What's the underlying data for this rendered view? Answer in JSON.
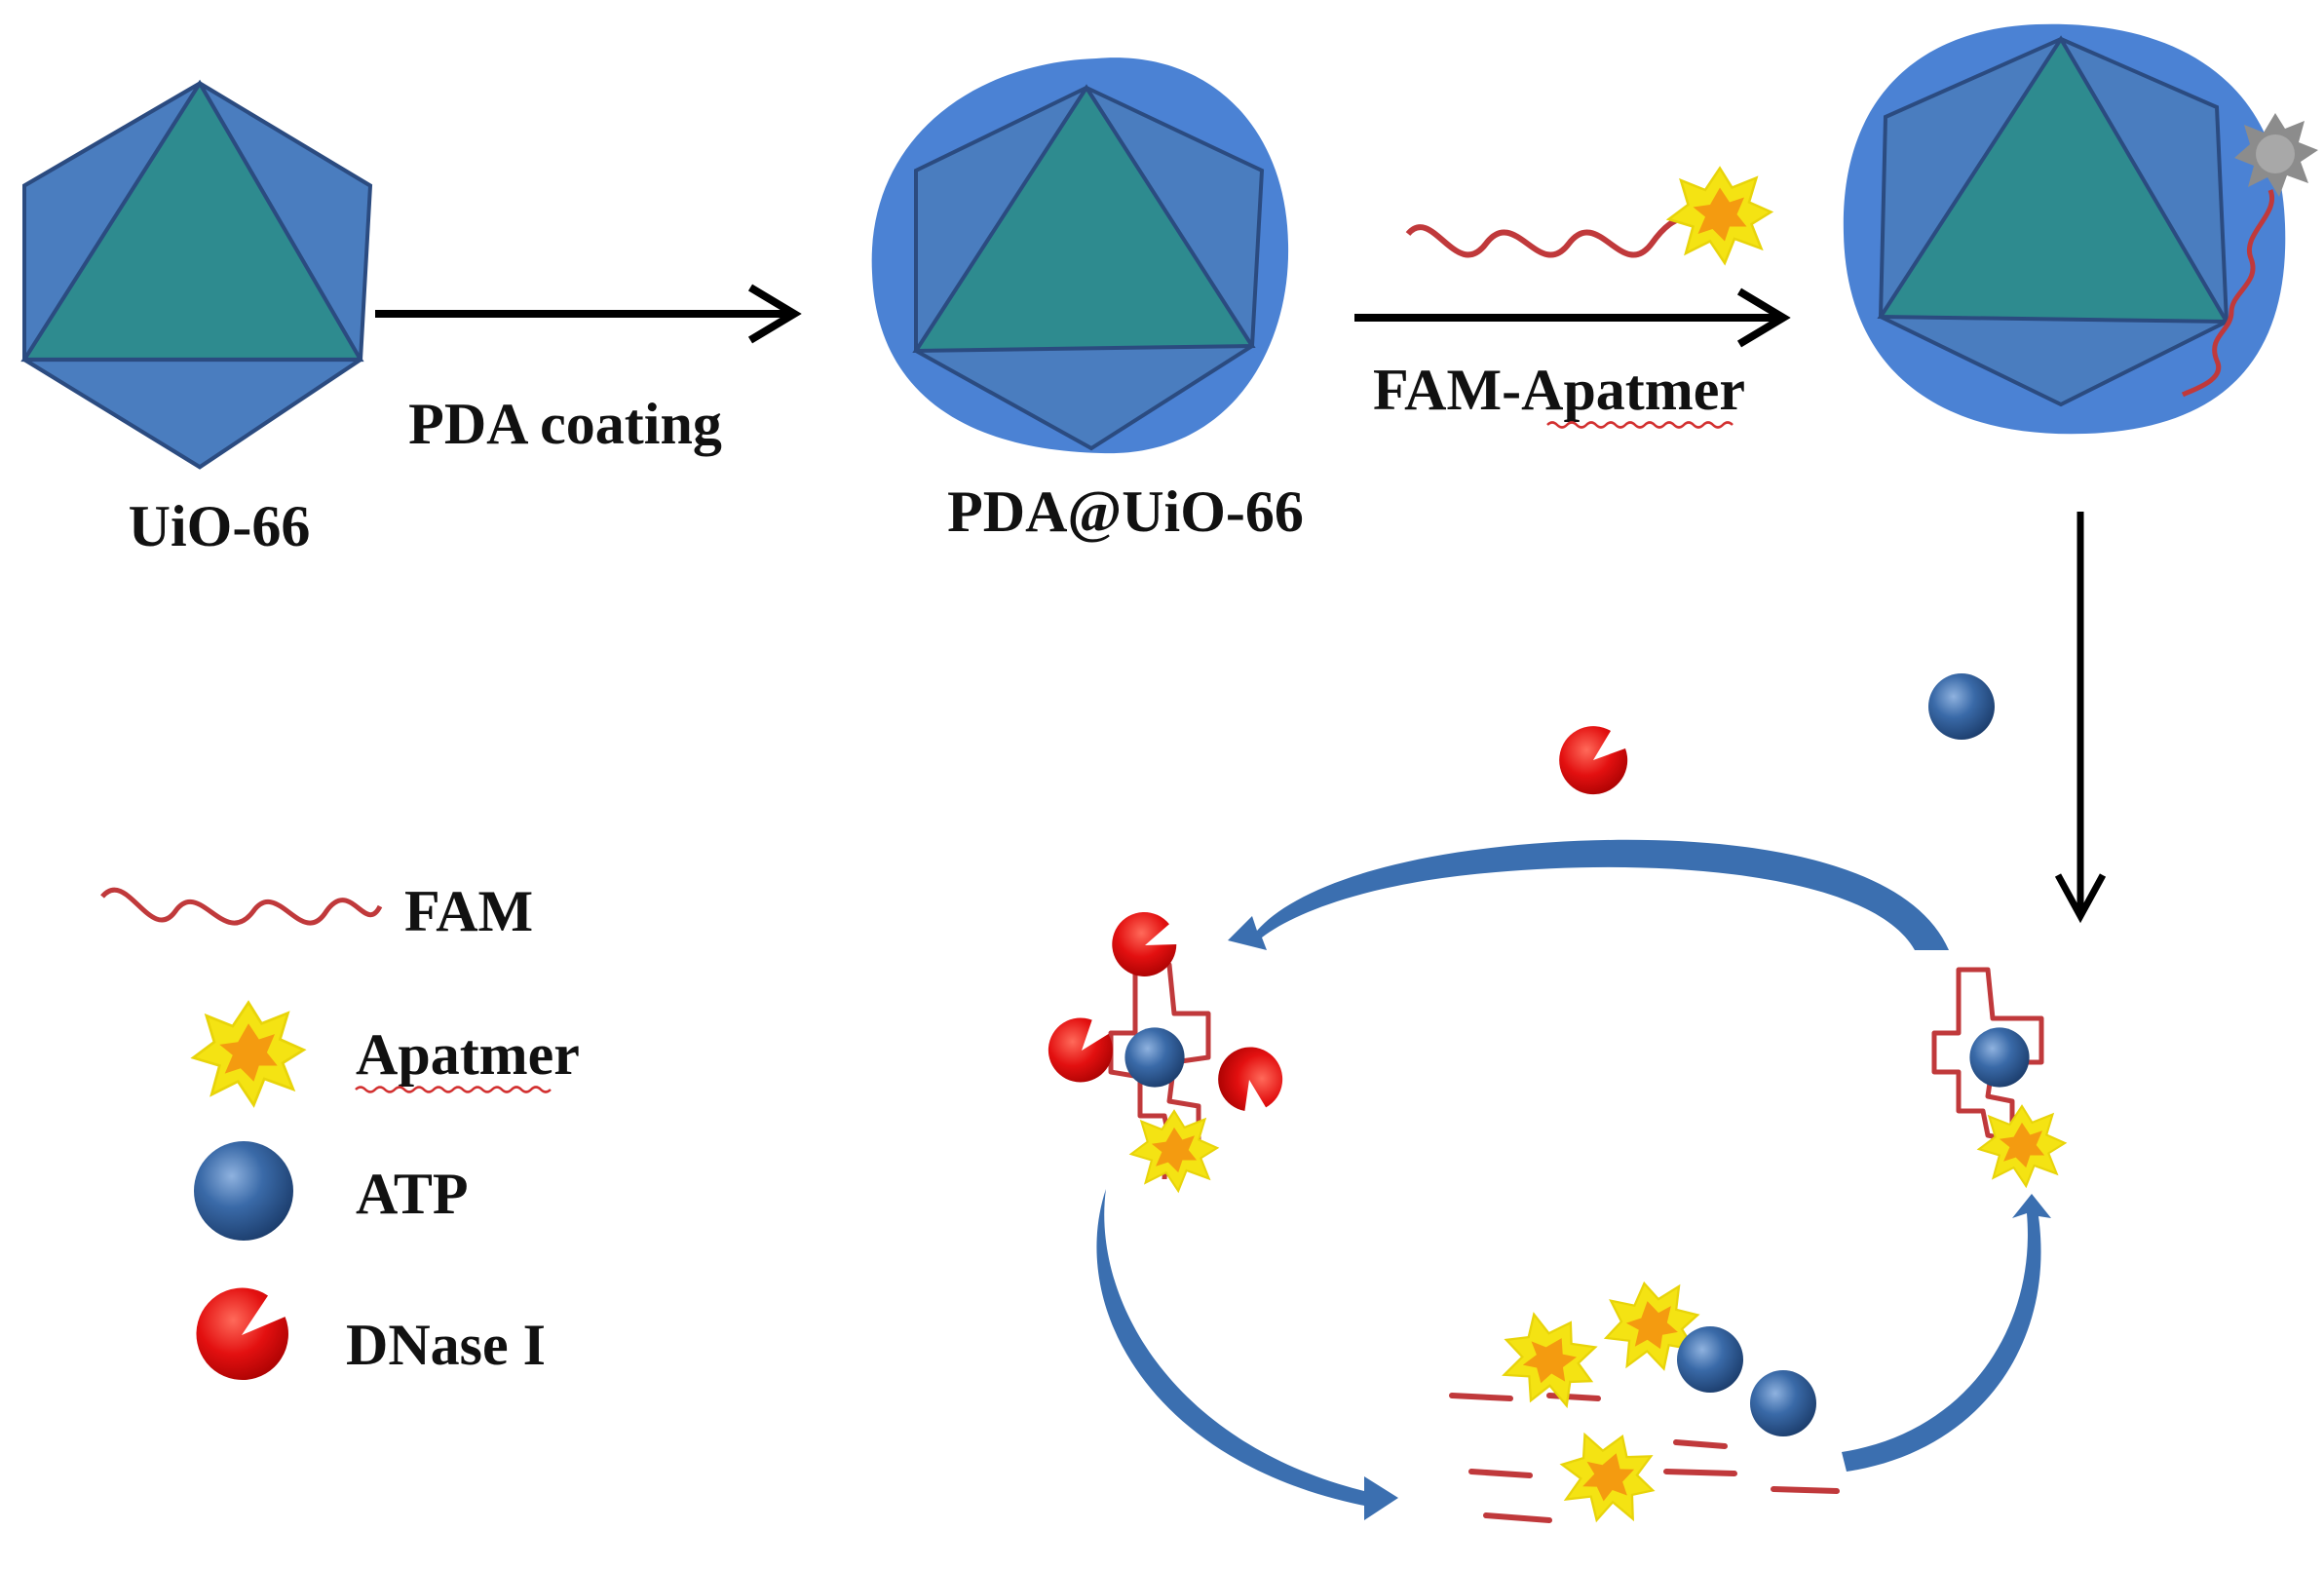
{
  "steps": {
    "uio66_label": "UiO-66",
    "pda_coating_label": "PDA coating",
    "pda_uio66_label": "PDA@UiO-66",
    "fam_apatmer_label": "FAM-Apatmer"
  },
  "legend": {
    "fam_label": "FAM",
    "apatmer_label": "Apatmer",
    "atp_label": "ATP",
    "dnase_label": "DNase I"
  },
  "colors": {
    "octahedron_face": "#4a7dbf",
    "octahedron_triangle": "#2e8b8f",
    "octahedron_edge": "#2b4b80",
    "pda_halo": "#4b82d4",
    "strand": "#c0393b",
    "apatmer_glow": "#f4e313",
    "apatmer_core": "#f49b10",
    "atp_sphere": "#2c5c98",
    "dnase": "#e00f10",
    "cycle_arrow": "#3b6fb0",
    "arrow_black": "#000000"
  }
}
